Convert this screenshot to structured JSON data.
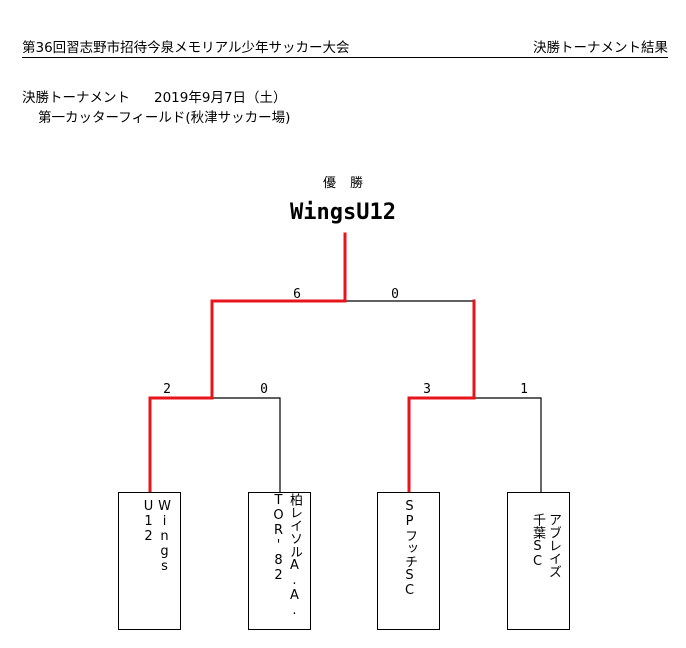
{
  "header": {
    "tournament": "第36回習志野市招待今泉メモリアル少年サッカー大会",
    "section": "決勝トーナメント結果"
  },
  "info": {
    "round": "決勝トーナメント",
    "date": "2019年9月7日（土）",
    "venue": "第一カッターフィールド(秋津サッカー場)"
  },
  "champion": {
    "label": "優勝",
    "team": "WingsU12"
  },
  "colors": {
    "winner_line": "#e8141c",
    "line": "#000000"
  },
  "teams": [
    {
      "name": "Wings\nU12"
    },
    {
      "name": "柏レイソルA.A.\nTOR'82"
    },
    {
      "name": "SPフッチSC"
    },
    {
      "name": "アブレイズ\n千葉SC"
    }
  ],
  "scores": {
    "semi1": [
      "2",
      "0"
    ],
    "semi2": [
      "3",
      "1"
    ],
    "final": [
      "6",
      "0"
    ]
  }
}
